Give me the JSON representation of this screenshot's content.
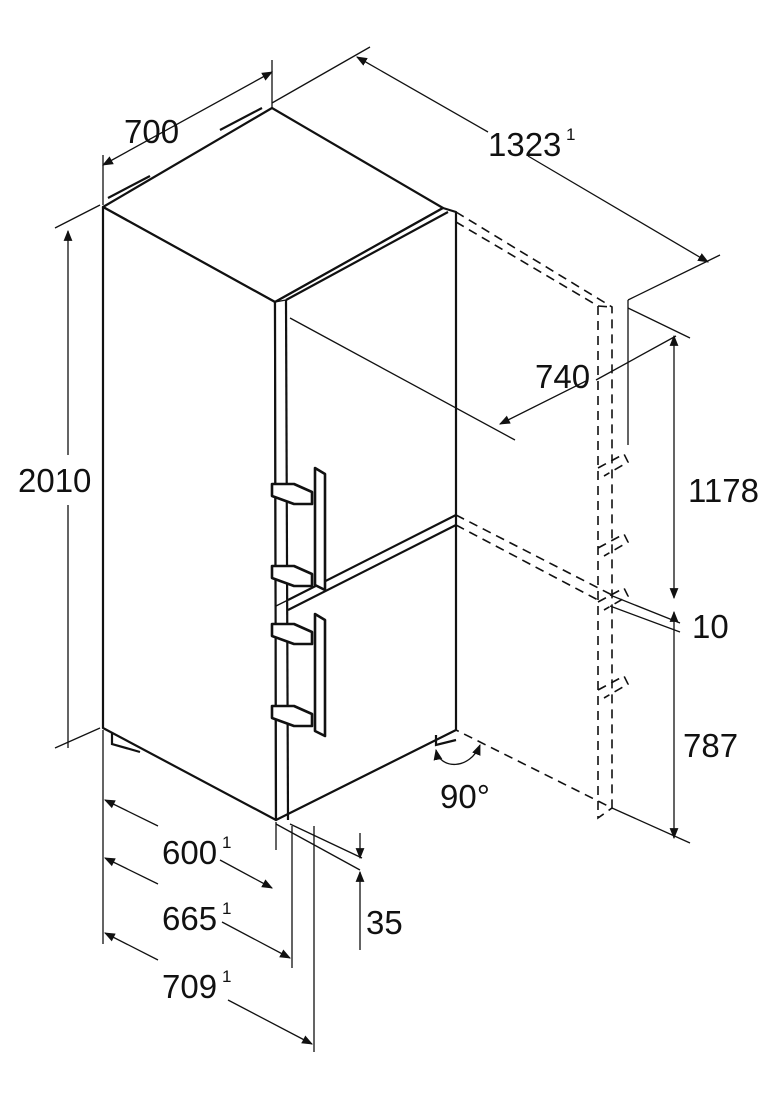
{
  "dimensions": {
    "width": "700",
    "depth_open": "1323",
    "depth_open_note": "1",
    "height": "2010",
    "door_depth_open": "740",
    "upper_height": "1178",
    "gap": "10",
    "lower_height": "787",
    "angle": "90°",
    "depth_600": "600",
    "depth_600_note": "1",
    "depth_665": "665",
    "depth_665_note": "1",
    "depth_709": "709",
    "depth_709_note": "1",
    "handle_offset": "35"
  },
  "colors": {
    "ink": "#111111",
    "background": "#ffffff"
  }
}
